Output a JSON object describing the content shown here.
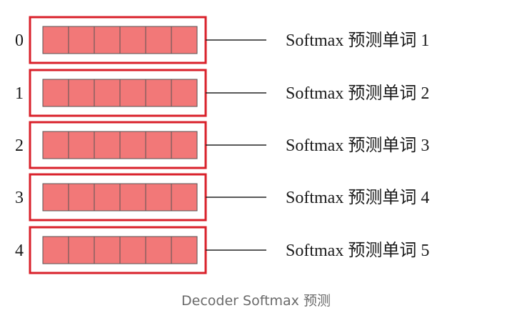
{
  "colors": {
    "frame": "#d9202a",
    "cell_fill": "#f27878",
    "cell_stroke": "#555555",
    "connector": "#222222"
  },
  "cells_per_row": 6,
  "rows": [
    {
      "index": "0",
      "label": "Softmax 预测单词 1"
    },
    {
      "index": "1",
      "label": "Softmax 预测单词 2"
    },
    {
      "index": "2",
      "label": "Softmax 预测单词 3"
    },
    {
      "index": "3",
      "label": "Softmax 预测单词 4"
    },
    {
      "index": "4",
      "label": "Softmax 预测单词 5"
    }
  ],
  "caption": "Decoder Softmax 预测"
}
